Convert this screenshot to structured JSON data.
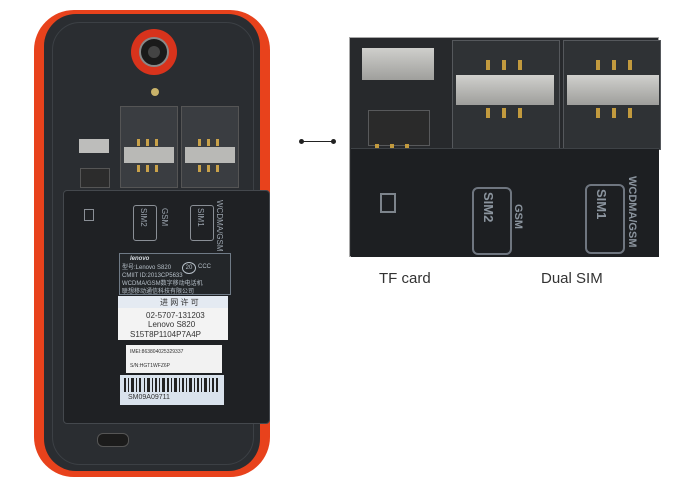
{
  "phone": {
    "slot_labels": {
      "sim2": "SIM2",
      "sim1": "SIM1",
      "gsm": "GSM",
      "wcdma": "WCDMA/GSM"
    },
    "label": {
      "brand": "lenovo",
      "model_line": "型号:Lenovo S820",
      "cmiit_line": "CMIIT ID:2013CP5633",
      "network_line": "WCDMA/GSM数字移动电话机",
      "maker_line": "联想移动通信科技有限公司",
      "badge": "20",
      "ccc": "CCC"
    },
    "license_sticker": {
      "title": "进 网 许 可",
      "code": "02-5707-131203",
      "model": "Lenovo S820",
      "serial": "S15T8P1104P7A4P"
    },
    "imei_line1": "IMEI:863804025329337",
    "imei_line2": "S/N:HGT1WFZ6P",
    "sticker_code": "SM09A09711"
  },
  "zoom": {
    "slot_labels": {
      "sim2": "SIM2",
      "sim1": "SIM1",
      "gsm": "GSM",
      "wcdma": "WCDMA/GSM"
    }
  },
  "captions": {
    "tf_card": "TF card",
    "dual_sim": "Dual SIM"
  },
  "colors": {
    "phone_red": "#e8421c",
    "body_dark": "#2a2d31"
  }
}
